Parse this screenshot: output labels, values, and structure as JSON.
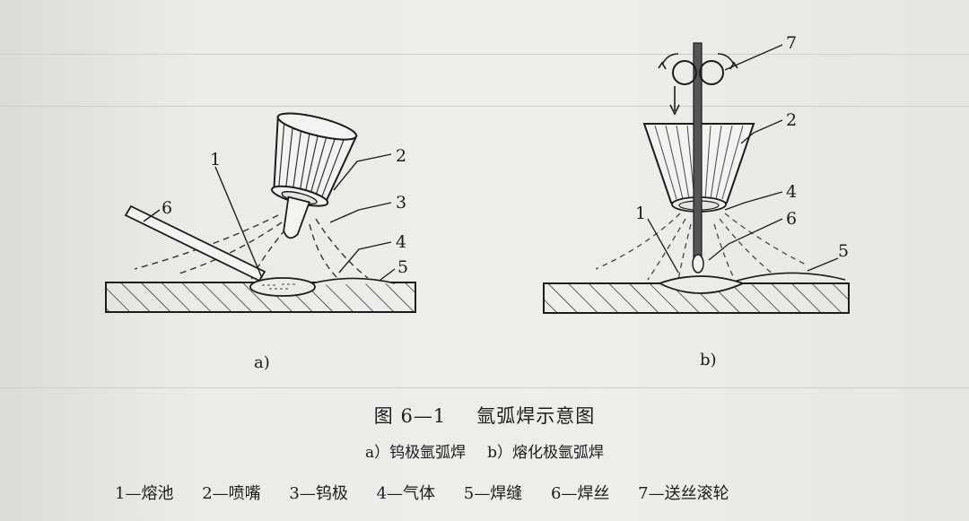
{
  "figure": {
    "number": "图 6—1",
    "title": "氩弧焊示意图",
    "subtitle_a": "a）钨极氩弧焊",
    "subtitle_b": "b）熔化极氩弧焊",
    "panel_a_label": "a)",
    "panel_b_label": "b)"
  },
  "callouts_a": [
    "1",
    "2",
    "3",
    "4",
    "5",
    "6"
  ],
  "callouts_b": [
    "1",
    "2",
    "4",
    "5",
    "6",
    "7"
  ],
  "legend": [
    "1—熔池",
    "2—喷嘴",
    "3—钨极",
    "4—气体",
    "5—焊缝",
    "6—焊丝",
    "7—送丝滚轮"
  ]
}
